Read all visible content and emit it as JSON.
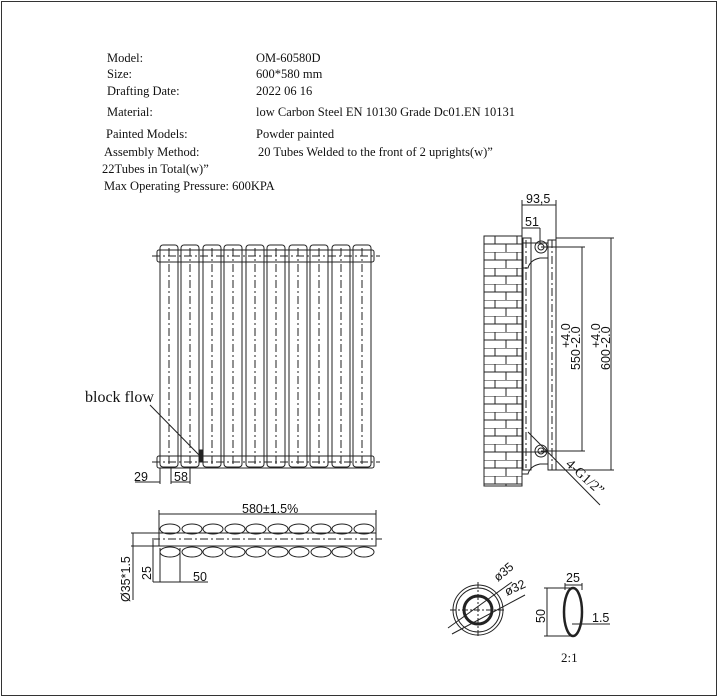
{
  "spec": {
    "model": {
      "label": "Model:",
      "value": "OM-60580D"
    },
    "size": {
      "label": "Size:",
      "value": "600*580 mm"
    },
    "drafting_date": {
      "label": "Drafting Date:",
      "value": "2022 06 16"
    },
    "material": {
      "label": "Material:",
      "value": "low Carbon Steel  EN 10130 Grade Dc01.EN 10131"
    },
    "painted_models": {
      "label": "Painted Models:",
      "value": "Powder painted"
    },
    "assembly_method": {
      "label": "Assembly Method:",
      "value": "20 Tubes Welded to the front of 2 uprights(w)”"
    },
    "total_tubes": "22Tubes in Total(w)”",
    "max_pressure": "Max Operating Pressure: 600KPA"
  },
  "front_view": {
    "annotation": "block flow",
    "dim_edge": "29",
    "dim_pitch": "58",
    "tube_columns": 10
  },
  "side_view": {
    "dim_depth": "93,5",
    "dim_offset": "51",
    "dim_centres": {
      "base": "550",
      "tol_plus": "+4.0",
      "tol_minus": "-2.0"
    },
    "dim_height": {
      "base": "600",
      "tol_plus": "+4.0",
      "tol_minus": "-2.0"
    },
    "connection": "4-G1/2”"
  },
  "top_view": {
    "dim_width": "580±1.5%",
    "dim_diameter": "Ø35*1.5",
    "dim_half": "25",
    "dim_tube": "50",
    "tube_count_per_row": 10
  },
  "section_round": {
    "outer": "ø35",
    "inner": "ø32"
  },
  "section_oval": {
    "width": "25",
    "height": "50",
    "wall": "1.5"
  },
  "scale": "2:1"
}
